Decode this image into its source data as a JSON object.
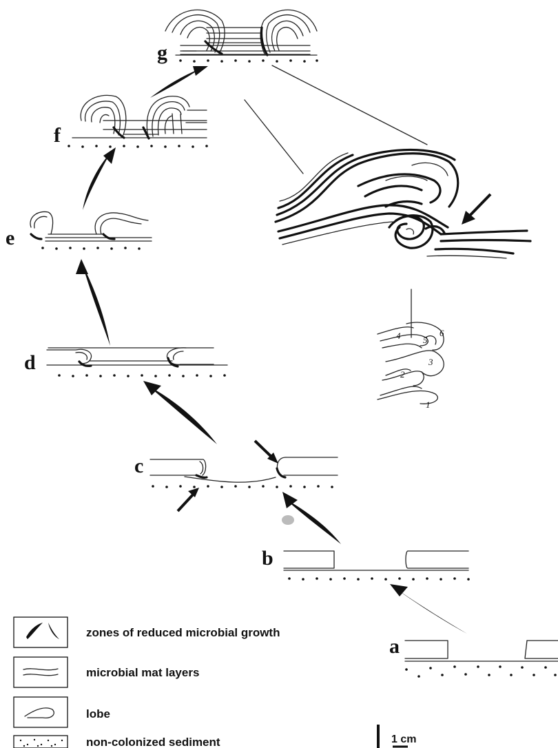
{
  "stages": [
    {
      "id": "a",
      "label": "a"
    },
    {
      "id": "b",
      "label": "b"
    },
    {
      "id": "c",
      "label": "c"
    },
    {
      "id": "d",
      "label": "d"
    },
    {
      "id": "e",
      "label": "e"
    },
    {
      "id": "f",
      "label": "f"
    },
    {
      "id": "g",
      "label": "g"
    }
  ],
  "lobe_numbers": [
    "1",
    "2",
    "3",
    "4",
    "5",
    "6"
  ],
  "legend": [
    {
      "symbol": "zones-of-reduced-growth",
      "label": "zones of reduced microbial growth"
    },
    {
      "symbol": "mat-layers",
      "label": "microbial mat layers"
    },
    {
      "symbol": "lobe",
      "label": "lobe"
    },
    {
      "symbol": "non-colonized-sediment",
      "label": "non-colonized sediment"
    }
  ],
  "scale_bar": {
    "label": "1 cm"
  },
  "colors": {
    "ink": "#111111",
    "background": "#ffffff"
  }
}
